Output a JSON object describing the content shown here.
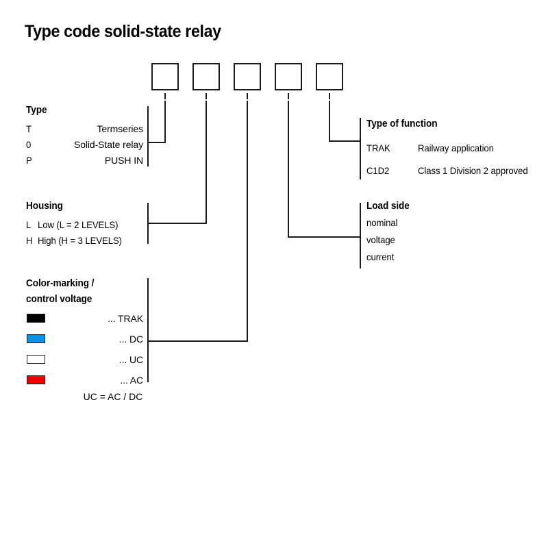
{
  "page": {
    "title": "Type code solid-state relay",
    "background_color": "#ffffff",
    "line_color": "#1a1a1a"
  },
  "code_boxes": [
    {
      "index": 1,
      "value": "",
      "maps_to": "Type"
    },
    {
      "index": 2,
      "value": "",
      "maps_to": "Housing"
    },
    {
      "index": 3,
      "value": "",
      "maps_to": "Color-marking / control voltage"
    },
    {
      "index": 4,
      "value": "",
      "maps_to": "Load side"
    },
    {
      "index": 5,
      "value": "",
      "maps_to": "Type of function"
    }
  ],
  "sections": {
    "type": {
      "heading": "Type",
      "rows": [
        {
          "code": "T",
          "description": "Termseries"
        },
        {
          "code": "0",
          "description": "Solid-State relay"
        },
        {
          "code": "P",
          "description": "PUSH IN"
        }
      ]
    },
    "housing": {
      "heading": "Housing",
      "rows": [
        {
          "code": "L",
          "description": "Low (L = 2 LEVELS)"
        },
        {
          "code": "H",
          "description": "High (H = 3 LEVELS)"
        }
      ]
    },
    "color_marking": {
      "heading_line1": "Color-marking /",
      "heading_line2": "control voltage",
      "rows": [
        {
          "color": "#000000",
          "label": "... TRAK"
        },
        {
          "color": "#0c93e4",
          "label": "... DC"
        },
        {
          "color": "#ffffff",
          "label": "... UC"
        },
        {
          "color": "#f00000",
          "label": "... AC"
        }
      ],
      "footnote": "UC = AC / DC"
    },
    "load_side": {
      "heading": "Load side",
      "rows": [
        "nominal",
        "voltage",
        "current"
      ]
    },
    "type_of_function": {
      "heading": "Type of function",
      "rows": [
        {
          "code": "TRAK",
          "description": "Railway application"
        },
        {
          "code": "C1D2",
          "description": "Class 1 Division 2 approved"
        }
      ]
    }
  }
}
